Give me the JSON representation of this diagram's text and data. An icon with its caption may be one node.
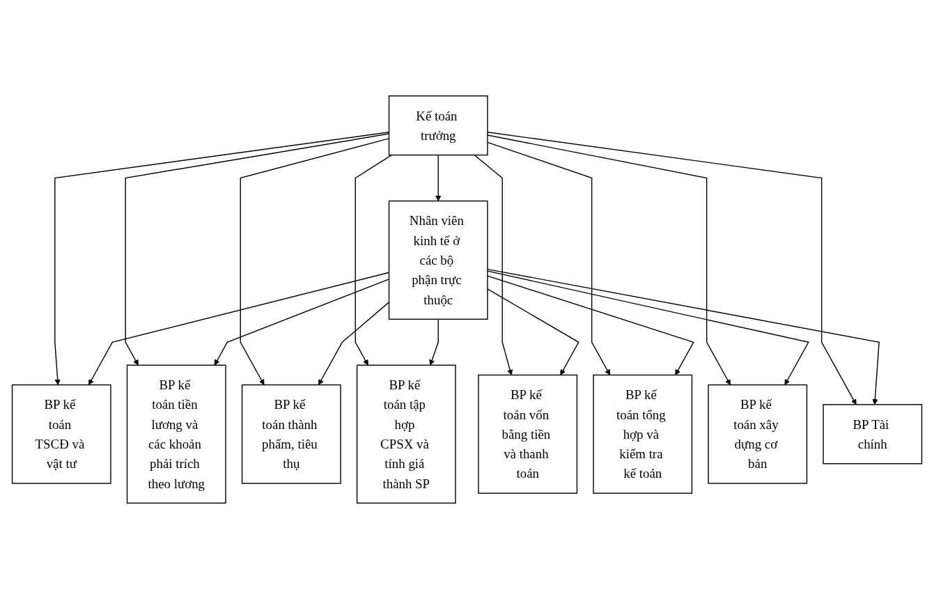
{
  "diagram": {
    "nodes": [
      {
        "text": [
          "Kế toán trưởng"
        ]
      },
      {
        "text": [
          "BP kế toán TSCĐ và vật tư"
        ]
      },
      {
        "text": [
          "BP kế toán tiền lương và các khoản phải trích theo lương"
        ]
      },
      {
        "text": [
          "BP kế toán thành phẩm, tiêu thụ"
        ]
      },
      {
        "text": [
          "BP kế toán tập hợp CPSX và tính giá thành SP"
        ]
      },
      {
        "text": [
          "BP kế toán vốn bằng tiền và thanh toán"
        ]
      },
      {
        "text": [
          "BP kế toán tổng hợp và kiểm tra kế toán"
        ]
      },
      {
        "text": [
          "BP kế toán xây dựng cơ bản"
        ]
      },
      {
        "text": [
          "BP Tài chính"
        ]
      },
      {
        "text": [
          "Nhân viên kinh tế ở các bộ phận trực thuộc"
        ]
      }
    ],
    "edges": [
      {
        "from": 0,
        "to": 1,
        "arrow": "to"
      },
      {
        "from": 0,
        "to": 2,
        "arrow": "to"
      },
      {
        "from": 0,
        "to": 3,
        "arrow": "to"
      },
      {
        "from": 0,
        "to": 4,
        "arrow": "to"
      },
      {
        "from": 0,
        "to": 5,
        "arrow": "to"
      },
      {
        "from": 0,
        "to": 6,
        "arrow": "to"
      },
      {
        "from": 0,
        "to": 7,
        "arrow": "to"
      },
      {
        "from": 0,
        "to": 8,
        "arrow": "to"
      },
      {
        "from": 0,
        "to": 9,
        "arrow": "to"
      },
      {
        "from": 9,
        "to": 1,
        "arrow": "to"
      },
      {
        "from": 9,
        "to": 2,
        "arrow": "to"
      },
      {
        "from": 9,
        "to": 3,
        "arrow": "to"
      },
      {
        "from": 9,
        "to": 4,
        "arrow": "to"
      },
      {
        "from": 9,
        "to": 5,
        "arrow": "to"
      },
      {
        "from": 9,
        "to": 6,
        "arrow": "to"
      },
      {
        "from": 9,
        "to": 7,
        "arrow": "to"
      },
      {
        "from": 9,
        "to": 8,
        "arrow": "to"
      }
    ]
  }
}
